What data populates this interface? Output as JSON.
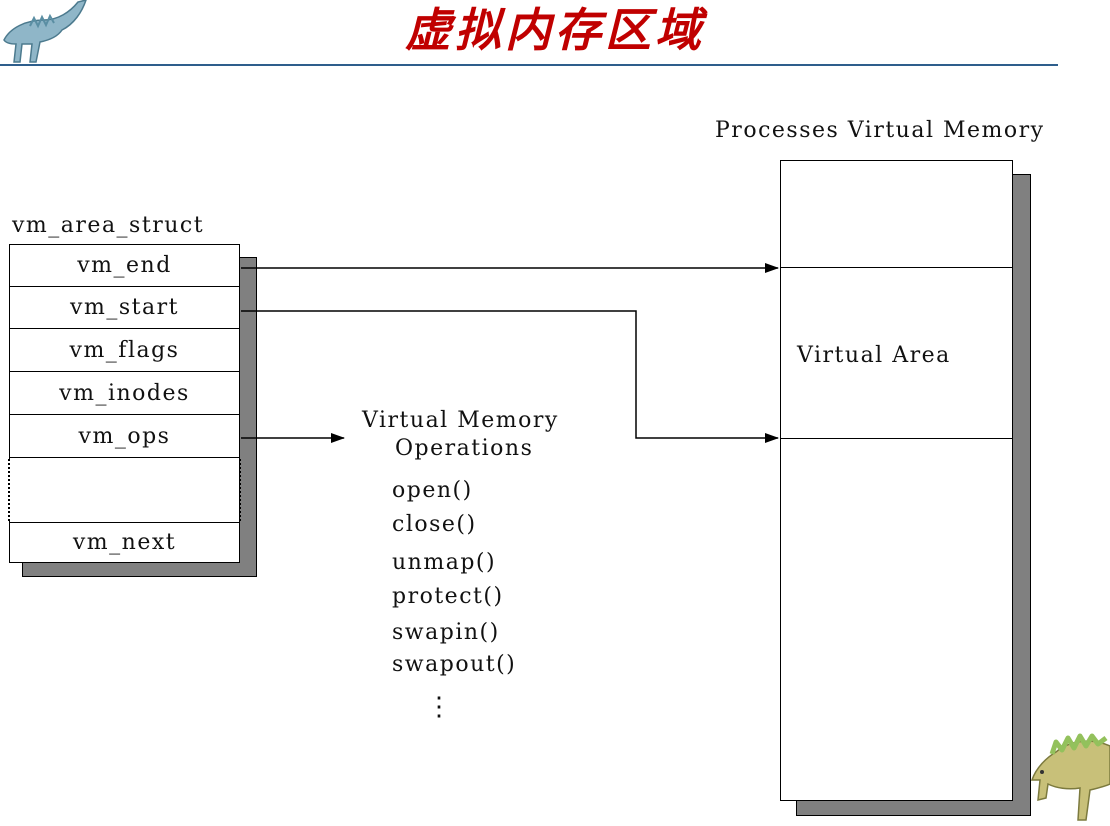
{
  "page": {
    "title": "虚拟内存区域",
    "title_color": "#c00000",
    "rule_color": "#2e5e8c"
  },
  "struct": {
    "name": "vm_area_struct",
    "fields": [
      "vm_end",
      "vm_start",
      "vm_flags",
      "vm_inodes",
      "vm_ops"
    ],
    "last_field": "vm_next"
  },
  "operations": {
    "title_line1": "Virtual Memory",
    "title_line2": "Operations",
    "items": [
      "open()",
      "close()",
      "unmap()",
      "protect()",
      "swapin()",
      "swapout()"
    ],
    "more": "⋮"
  },
  "memory": {
    "title": "Processes Virtual Memory",
    "area_label": "Virtual Area"
  },
  "icons": {
    "top_left": "dinosaur-logo-icon",
    "bottom_right": "dinosaur-logo-icon"
  }
}
